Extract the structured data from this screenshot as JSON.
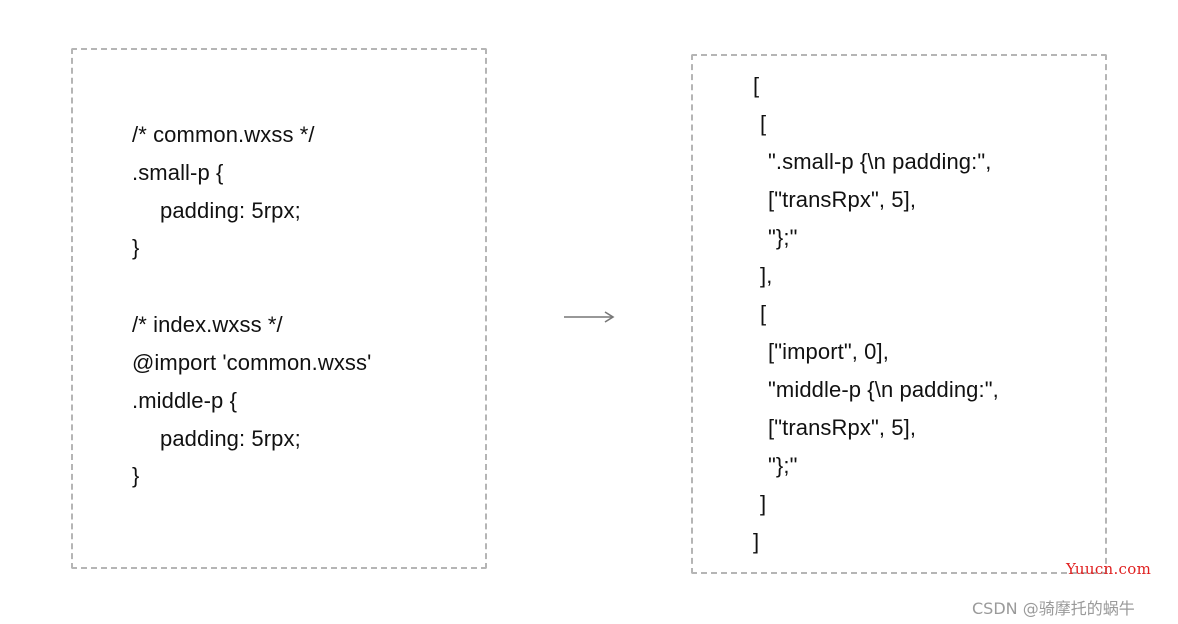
{
  "left_panel": {
    "lines": [
      "/* common.wxss */",
      ".small-p {",
      "padding: 5rpx;",
      "}",
      "/* index.wxss */",
      "@import 'common.wxss'",
      ".middle-p {",
      "padding: 5rpx;",
      "}"
    ]
  },
  "arrow": {
    "icon": "right-arrow-icon",
    "color": "#777777"
  },
  "right_panel": {
    "lines": [
      "[",
      "[",
      "\".small-p {\\n padding:\",",
      "[\"transRpx\", 5],",
      "\"};\"",
      "],",
      "[",
      "[\"import\", 0],",
      "\"middle-p {\\n padding:\",",
      "[\"transRpx\", 5],",
      "\"};\"",
      "]",
      "]"
    ]
  },
  "watermarks": {
    "site": "Yuucn.com",
    "author": "CSDN @骑摩托的蜗牛"
  }
}
